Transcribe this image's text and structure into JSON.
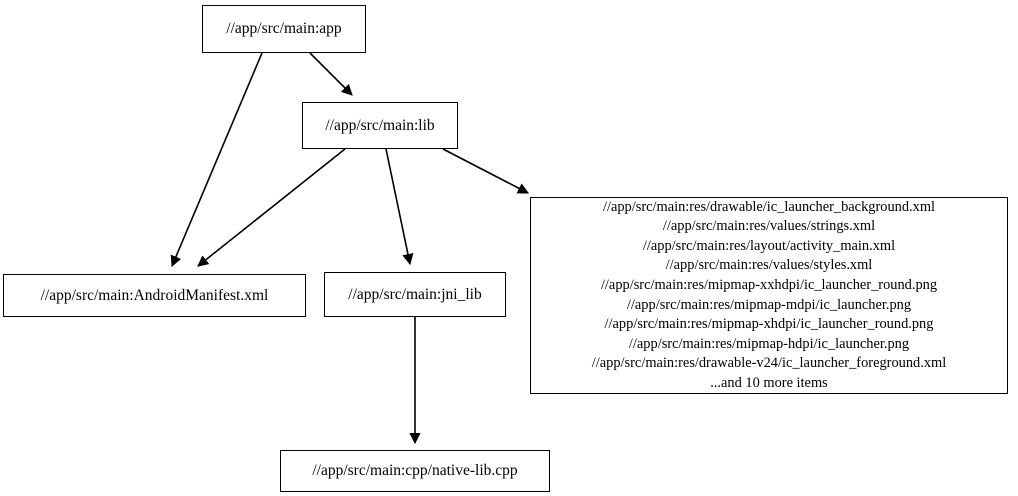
{
  "diagram": {
    "type": "dependency-graph",
    "title": "",
    "nodes": [
      {
        "id": "app",
        "label": "//app/src/main:app"
      },
      {
        "id": "lib",
        "label": "//app/src/main:lib"
      },
      {
        "id": "manifest",
        "label": "//app/src/main:AndroidManifest.xml"
      },
      {
        "id": "jni_lib",
        "label": "//app/src/main:jni_lib"
      },
      {
        "id": "native",
        "label": "//app/src/main:cpp/native-lib.cpp"
      },
      {
        "id": "res",
        "label": "//app/src/main:res/drawable/ic_launcher_background.xml\n//app/src/main:res/values/strings.xml\n//app/src/main:res/layout/activity_main.xml\n//app/src/main:res/values/styles.xml\n//app/src/main:res/mipmap-xxhdpi/ic_launcher_round.png\n//app/src/main:res/mipmap-mdpi/ic_launcher.png\n//app/src/main:res/mipmap-xhdpi/ic_launcher_round.png\n//app/src/main:res/mipmap-hdpi/ic_launcher.png\n//app/src/main:res/drawable-v24/ic_launcher_foreground.xml\n...and 10 more items",
        "lines": [
          "//app/src/main:res/drawable/ic_launcher_background.xml",
          "//app/src/main:res/values/strings.xml",
          "//app/src/main:res/layout/activity_main.xml",
          "//app/src/main:res/values/styles.xml",
          "//app/src/main:res/mipmap-xxhdpi/ic_launcher_round.png",
          "//app/src/main:res/mipmap-mdpi/ic_launcher.png",
          "//app/src/main:res/mipmap-xhdpi/ic_launcher_round.png",
          "//app/src/main:res/mipmap-hdpi/ic_launcher.png",
          "//app/src/main:res/drawable-v24/ic_launcher_foreground.xml",
          "...and 10 more items"
        ],
        "overflow_note": "...and 10 more items",
        "overflow_count": 10
      }
    ],
    "edges": [
      {
        "from": "app",
        "to": "manifest"
      },
      {
        "from": "app",
        "to": "lib"
      },
      {
        "from": "lib",
        "to": "manifest"
      },
      {
        "from": "lib",
        "to": "jni_lib"
      },
      {
        "from": "lib",
        "to": "res"
      },
      {
        "from": "jni_lib",
        "to": "native"
      }
    ],
    "colors": {
      "background": "#ffffff",
      "node_border": "#000000",
      "node_fill": "#ffffff",
      "edge": "#000000",
      "text": "#000000"
    }
  }
}
